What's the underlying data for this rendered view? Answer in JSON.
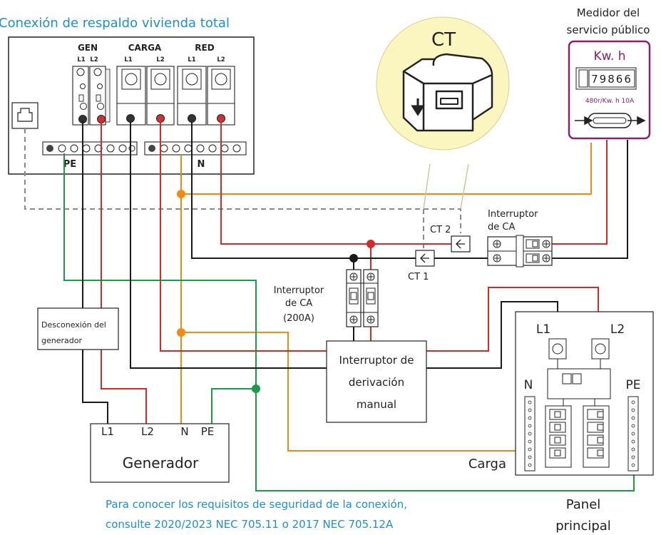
{
  "title": "Conexión de respaldo vivienda total",
  "inverter": {
    "groups": [
      "GEN",
      "CARGA",
      "RED"
    ],
    "terminal_labels": [
      "L1",
      "L2",
      "L1",
      "L2",
      "L1",
      "L2"
    ],
    "pe_label": "PE",
    "n_label": "N"
  },
  "meter": {
    "header_line1": "Medidor del",
    "header_line2": "servicio público",
    "unit": "Kw. h",
    "reading": "79866",
    "rating": "480r/Kw. h 10A"
  },
  "ct_bubble": {
    "label": "CT"
  },
  "ct_labels": {
    "ct1": "CT 1",
    "ct2": "CT 2"
  },
  "ac_breaker_top": {
    "line1": "Interruptor",
    "line2": "de CA"
  },
  "ac_breaker_200": {
    "line1": "Interruptor",
    "line2": "de CA",
    "line3": "(200A)"
  },
  "bypass_switch": {
    "line1": "Interruptor de",
    "line2": "derivación",
    "line3": "manual"
  },
  "gen_disconnect": {
    "line1": "Desconexión del",
    "line2": "generador"
  },
  "generator": {
    "name": "Generador",
    "terminals": [
      "L1",
      "L2",
      "N",
      "PE"
    ]
  },
  "main_panel": {
    "l1": "L1",
    "l2": "L2",
    "n": "N",
    "pe": "PE",
    "load_label": "Carga",
    "caption_line1": "Panel",
    "caption_line2": "principal"
  },
  "note": {
    "line1": "Para conocer los requisitos de seguridad de la conexión,",
    "line2": "consulte 2020/2023 NEC 705.11 o 2017 NEC 705.12A"
  },
  "colors": {
    "red": "#d42a2a",
    "black": "#1a1a1a",
    "orange": "#ef8a14",
    "green": "#1d9a48",
    "gray": "#8a8a8a",
    "meter_purple": "#8b1f6e",
    "title_blue": "#1e8fd0",
    "ct_yellow": "#fbf5bf"
  }
}
